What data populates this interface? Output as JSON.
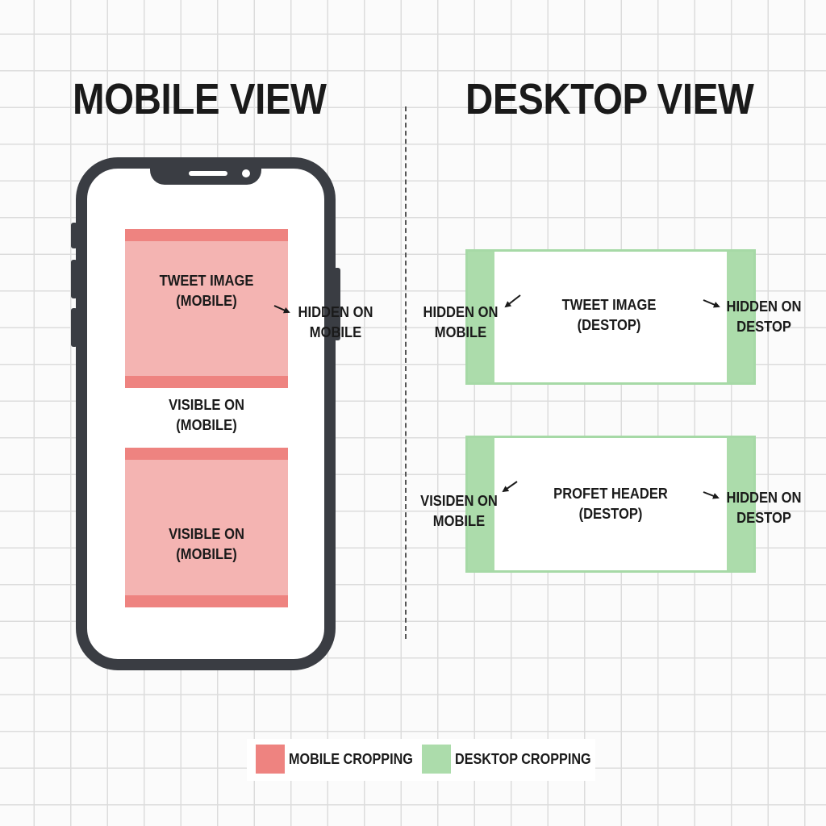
{
  "headings": {
    "mobile": "MOBILE VIEW",
    "desktop": "DESKTOP VIEW"
  },
  "mobile": {
    "tweet_image_label": "TWEET IMAGE\n(MOBILE)",
    "hidden_label": "HIDDEN ON\nMOBILE",
    "visible_between_label": "VISIBLE ON\n(MOBILE)",
    "visible_box_label": "VISIBLE ON\n(MOBILE)"
  },
  "desktop": {
    "tweet_image": {
      "label": "TWEET IMAGE\n(DESTOP)",
      "left_note": "HIDDEN ON\nMOBILE",
      "right_note": "HIDDEN ON\nDESTOP"
    },
    "profile_header": {
      "label": "PROFET HEADER\n(DESTOP)",
      "left_note": "VISIDEN ON\nMOBILE",
      "right_note": "HIDDEN ON\nDESTOP"
    }
  },
  "legend": {
    "mobile_label": "MOBILE CROPPING",
    "desktop_label": "DESKTOP CROPPING"
  },
  "colors": {
    "mobile_crop": "#ee8380",
    "mobile_fill": "#f4b4b2",
    "desktop_crop": "#acdcab",
    "phone_frame": "#3a3d43"
  }
}
